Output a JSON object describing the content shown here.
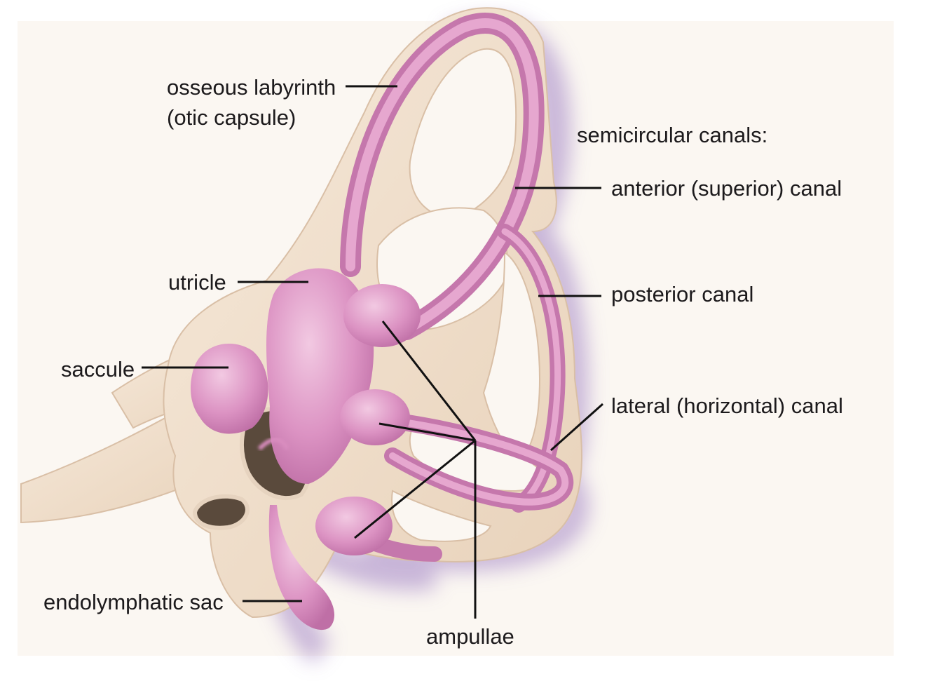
{
  "labels": {
    "osseous_line1": "osseous labyrinth",
    "osseous_line2": "(otic capsule)",
    "semicircular_heading": "semicircular canals:",
    "anterior": "anterior (superior) canal",
    "posterior": "posterior canal",
    "utricle": "utricle",
    "saccule": "saccule",
    "lateral": "lateral (horizontal) canal",
    "endolymphatic": "endolymphatic sac",
    "ampullae": "ampullae"
  },
  "colors": {
    "background": "#ffffff",
    "paper": "#fbf7f2",
    "bone": "#f1e0cc",
    "bone_edge": "#d9bfa6",
    "membrane": "#d98dbf",
    "membrane_light": "#ebb8d8",
    "membrane_dark": "#b9679e",
    "shadow": "#b8a0d0",
    "text": "#1c1a1c",
    "leader": "#111111"
  }
}
